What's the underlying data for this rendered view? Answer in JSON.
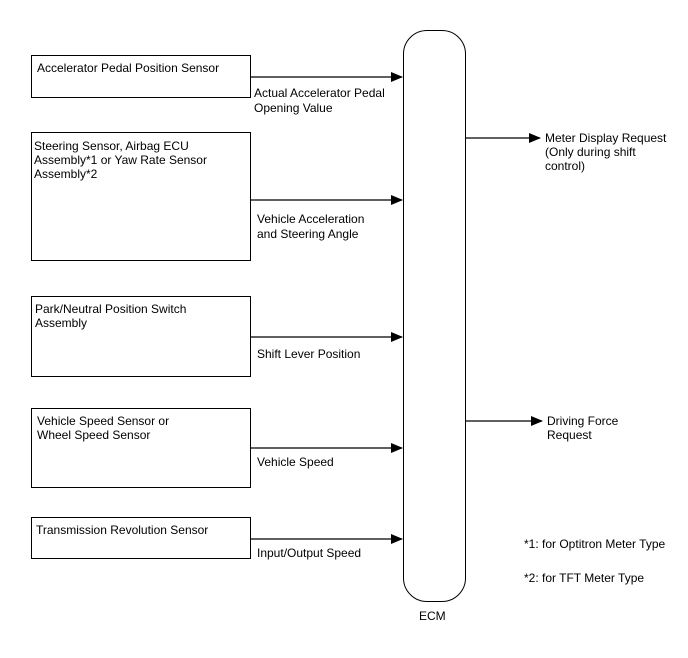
{
  "inputs": [
    {
      "sensor": "Accelerator Pedal Position Sensor",
      "signal": "Actual Accelerator Pedal\nOpening Value"
    },
    {
      "sensor": "Steering Sensor, Airbag ECU\nAssembly*1 or Yaw Rate Sensor\nAssembly*2",
      "signal": "Vehicle Acceleration\nand Steering Angle"
    },
    {
      "sensor": "Park/Neutral Position Switch\nAssembly",
      "signal": "Shift Lever Position"
    },
    {
      "sensor": "Vehicle Speed Sensor or\nWheel Speed Sensor",
      "signal": "Vehicle Speed"
    },
    {
      "sensor": "Transmission Revolution Sensor",
      "signal": "Input/Output Speed"
    }
  ],
  "ecm": {
    "label": "ECM"
  },
  "outputs": [
    {
      "signal": "Meter Display Request\n(Only during shift\ncontrol)"
    },
    {
      "signal": "Driving Force\nRequest"
    }
  ],
  "notes": {
    "note1": "*1: for Optitron Meter Type",
    "note2": "*2: for TFT Meter Type"
  }
}
